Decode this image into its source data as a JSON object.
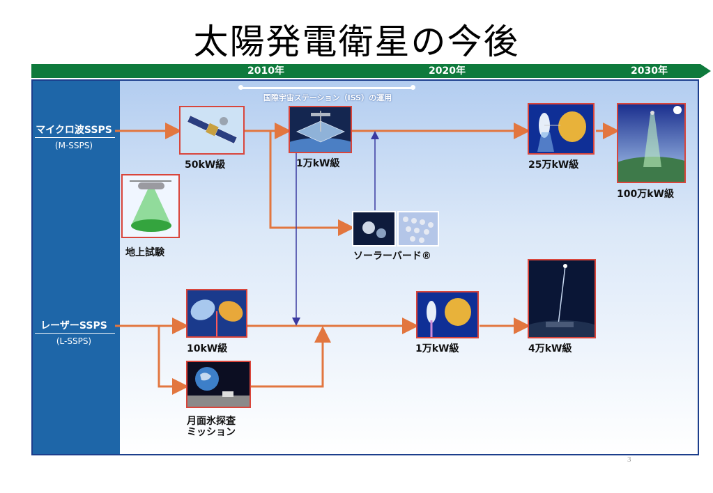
{
  "title": "太陽発電衛星の今後",
  "timeline": {
    "years": [
      "2010年",
      "2020年",
      "2030年"
    ],
    "color": "#0e7a3c"
  },
  "iss_label": "国際宇宙ステーション（ISS）の運用",
  "rows": {
    "microwave": {
      "label": "マイクロ波SSPS",
      "sub": "(M-SSPS)"
    },
    "laser": {
      "label": "レーザーSSPS",
      "sub": "(L-SSPS)"
    }
  },
  "captions": {
    "m_50kw": "50kW級",
    "m_10000kw": "1万kW級",
    "m_250000kw": "25万kW級",
    "m_1000000kw": "100万kW級",
    "ground_test": "地上試験",
    "solar_bird": "ソーラーバード®",
    "l_10kw": "10kW級",
    "l_10000kw": "1万kW級",
    "l_40000kw": "4万kW級",
    "lunar_line1": "月面氷探査",
    "lunar_line2": "ミッション"
  },
  "colors": {
    "arrow": "#e2763f",
    "connector": "#3a3aa0",
    "frame": "#d9453b",
    "left_bar": "#1e66a8",
    "panel_border": "#1c3e8c"
  }
}
